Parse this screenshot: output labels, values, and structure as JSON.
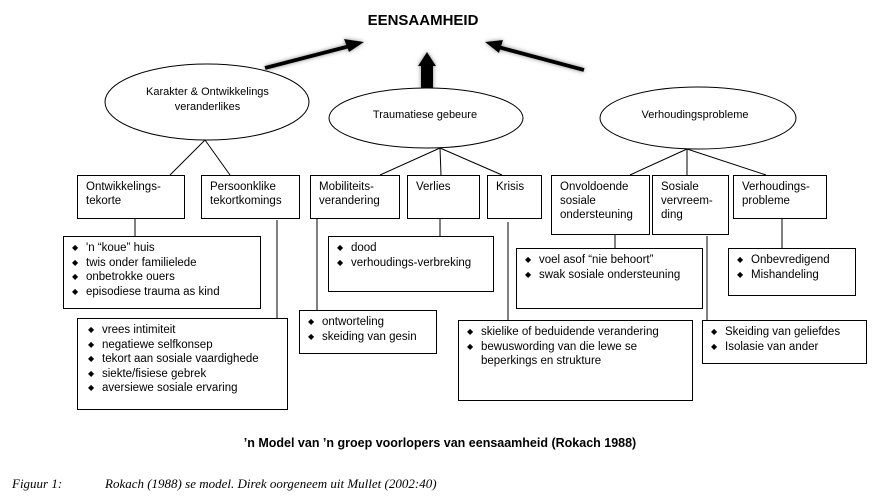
{
  "title": "EENSAAMHEID",
  "categories": [
    {
      "label_lines": [
        "Karakter & Ontwikkelings",
        "veranderlikes"
      ]
    },
    {
      "label_lines": [
        "Traumatiese gebeure"
      ]
    },
    {
      "label_lines": [
        "Verhoudingsprobleme"
      ]
    }
  ],
  "boxes": [
    {
      "lines": [
        "Ontwikkelings-",
        "tekorte"
      ]
    },
    {
      "lines": [
        "Persoonklike",
        "tekortkomings"
      ]
    },
    {
      "lines": [
        "Mobiliteits-",
        "verandering"
      ]
    },
    {
      "lines": [
        "Verlies"
      ]
    },
    {
      "lines": [
        "Krisis"
      ]
    },
    {
      "lines": [
        "Onvoldoende",
        "sosiale",
        "ondersteuning"
      ]
    },
    {
      "lines": [
        "Sosiale",
        "vervreem-",
        "ding"
      ]
    },
    {
      "lines": [
        "Verhoudings-",
        "probleme"
      ]
    }
  ],
  "lists": [
    {
      "items": [
        "'n “koue” huis",
        "twis onder familielede",
        "onbetrokke ouers",
        "episodiese trauma as kind"
      ]
    },
    {
      "items": [
        "vrees intimiteit",
        "negatiewe selfkonsep",
        "tekort aan sosiale vaardighede",
        "siekte/fisiese gebrek",
        "aversiewe sosiale ervaring"
      ]
    },
    {
      "items": [
        "ontworteling",
        "skeiding van gesin"
      ]
    },
    {
      "items": [
        "dood",
        "verhoudings-verbreking"
      ]
    },
    {
      "items": [
        "skielike of beduidende verandering",
        "bewuswording van die lewe se beperkings en strukture"
      ]
    },
    {
      "items": [
        "voel asof “nie behoort”",
        "swak sosiale ondersteuning"
      ]
    },
    {
      "items": [
        "Skeiding van geliefdes",
        "Isolasie van ander"
      ]
    },
    {
      "items": [
        "Onbevredigend",
        "Mishandeling"
      ]
    }
  ],
  "caption": "’n Model van ’n groep voorlopers van eensaamheid (Rokach 1988)",
  "figure_label": "Figuur 1:",
  "figure_text": "Rokach (1988) se model.  Direk oorgeneem uit Mullet (2002:40)"
}
